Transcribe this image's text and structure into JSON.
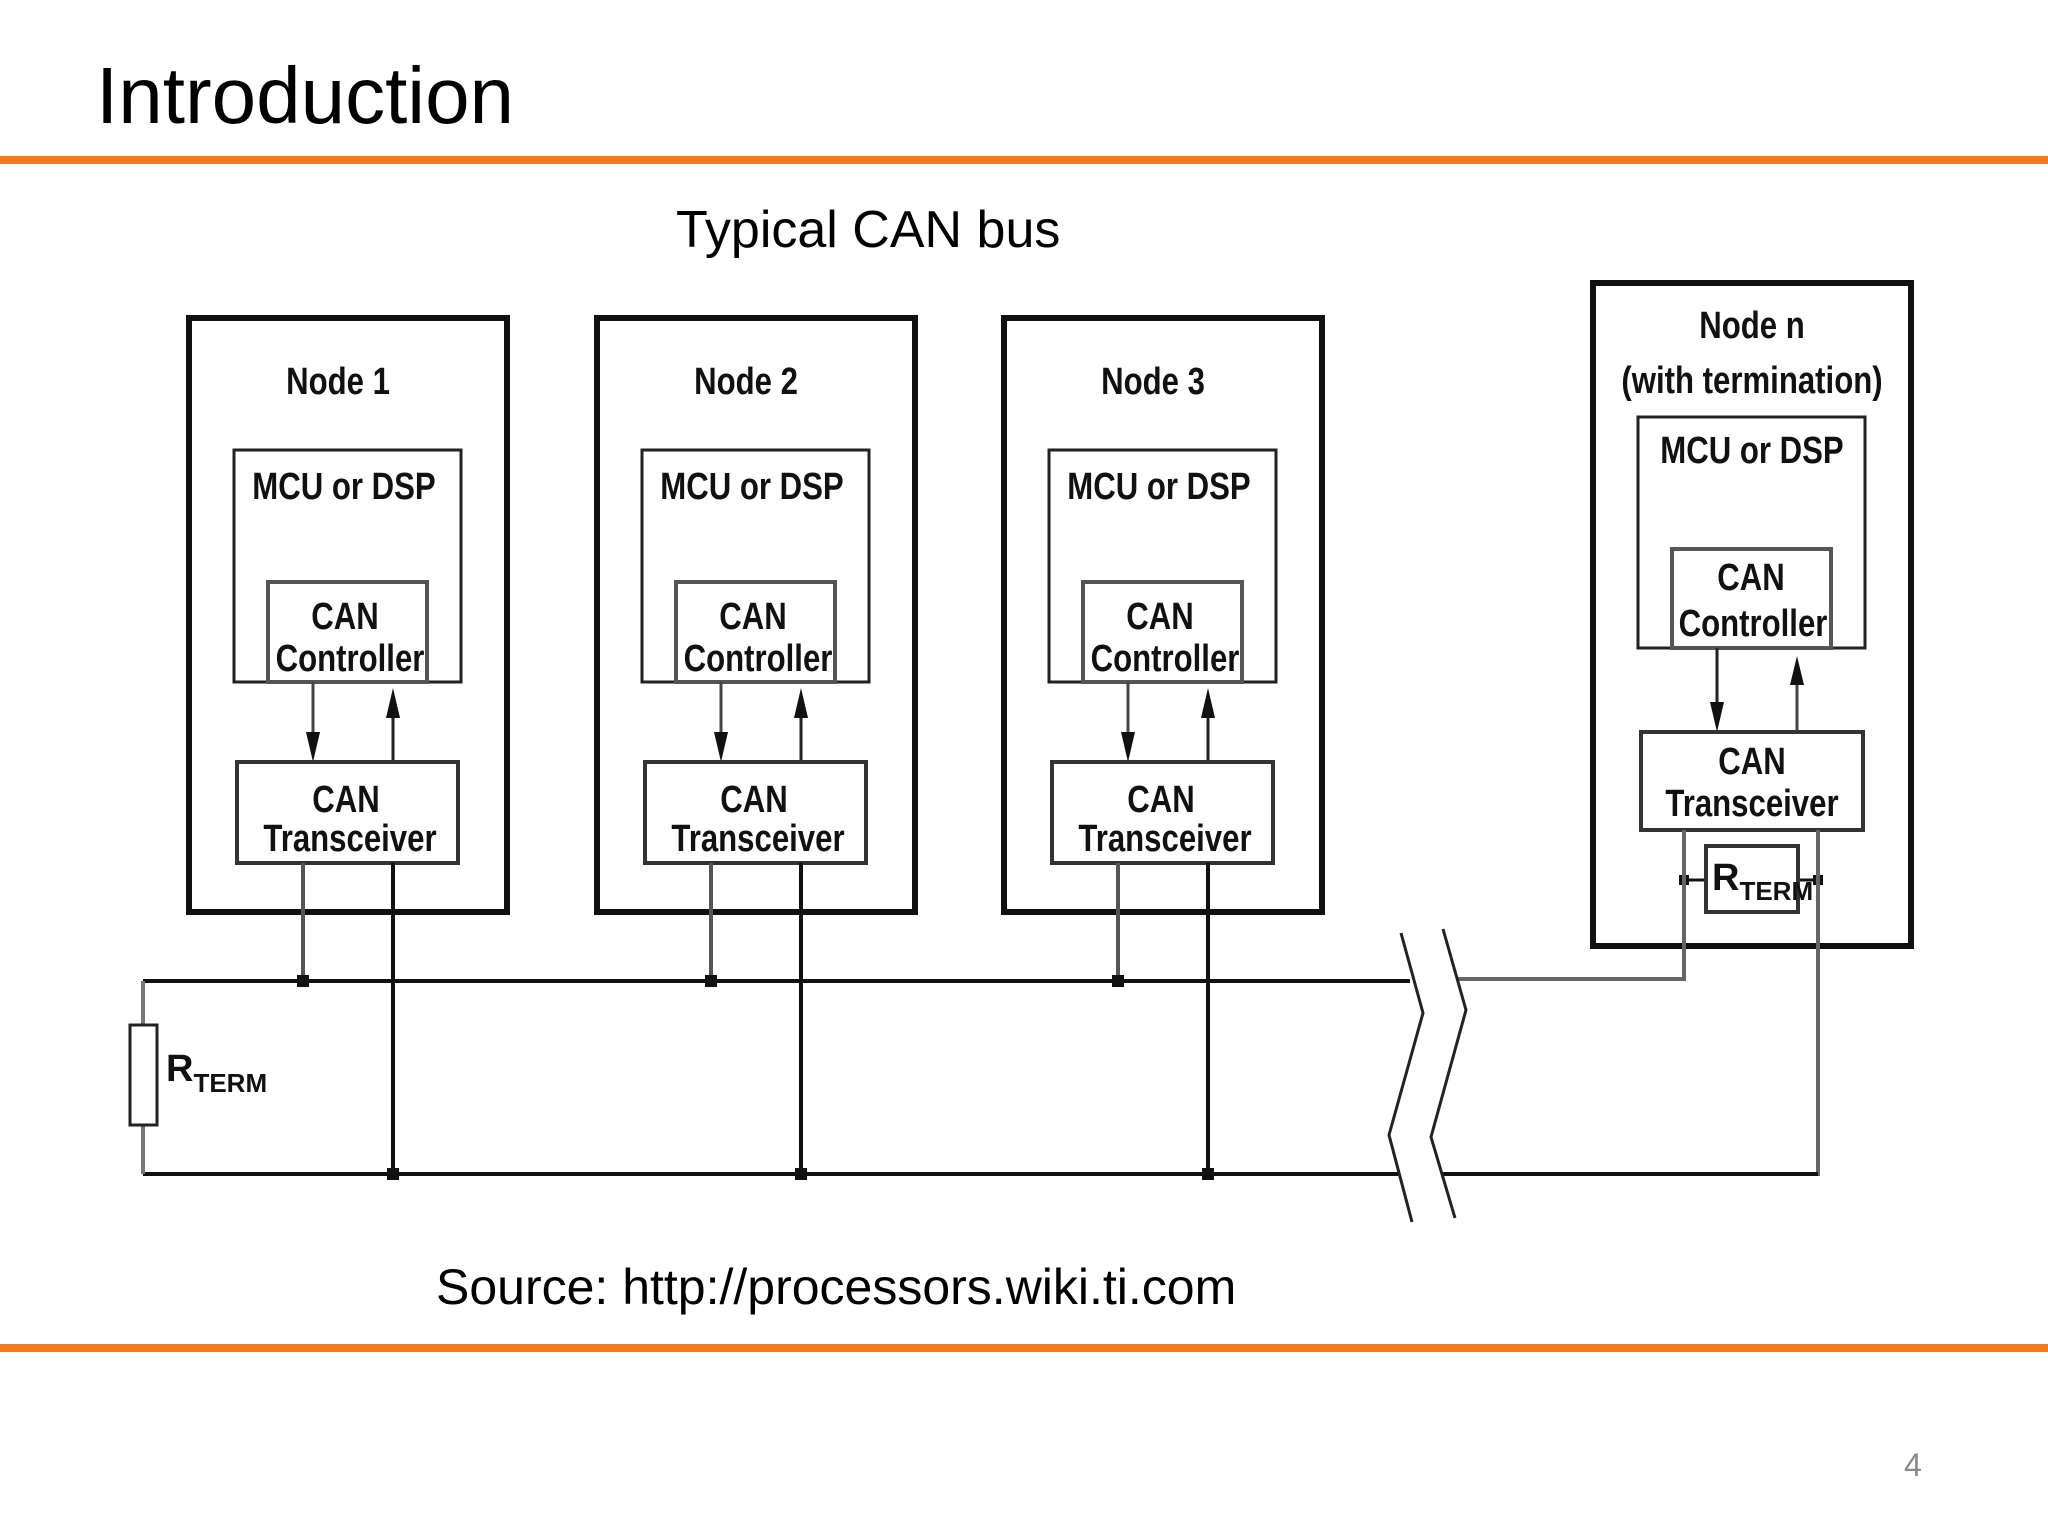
{
  "slide": {
    "title": "Introduction",
    "caption": "Typical CAN bus",
    "source": "Source: http://processors.wiki.ti.com",
    "page_number": "4",
    "accent_color": "#f47a20"
  },
  "diagram": {
    "nodes": [
      {
        "title": "Node 1",
        "subtitle": "",
        "mcu_label": "MCU or DSP",
        "controller_label": [
          "CAN",
          "Controller"
        ],
        "transceiver_label": [
          "CAN",
          "Transceiver"
        ],
        "termination": false
      },
      {
        "title": "Node 2",
        "subtitle": "",
        "mcu_label": "MCU or DSP",
        "controller_label": [
          "CAN",
          "Controller"
        ],
        "transceiver_label": [
          "CAN",
          "Transceiver"
        ],
        "termination": false
      },
      {
        "title": "Node 3",
        "subtitle": "",
        "mcu_label": "MCU or DSP",
        "controller_label": [
          "CAN",
          "Controller"
        ],
        "transceiver_label": [
          "CAN",
          "Transceiver"
        ],
        "termination": false
      },
      {
        "title": "Node n",
        "subtitle": "(with termination)",
        "mcu_label": "MCU or DSP",
        "controller_label": [
          "CAN",
          "Controller"
        ],
        "transceiver_label": [
          "CAN",
          "Transceiver"
        ],
        "termination": true
      }
    ],
    "bus_termination": {
      "label_main": "R",
      "label_sub": "TERM"
    },
    "node_termination": {
      "label_main": "R",
      "label_sub": "TERM"
    }
  }
}
